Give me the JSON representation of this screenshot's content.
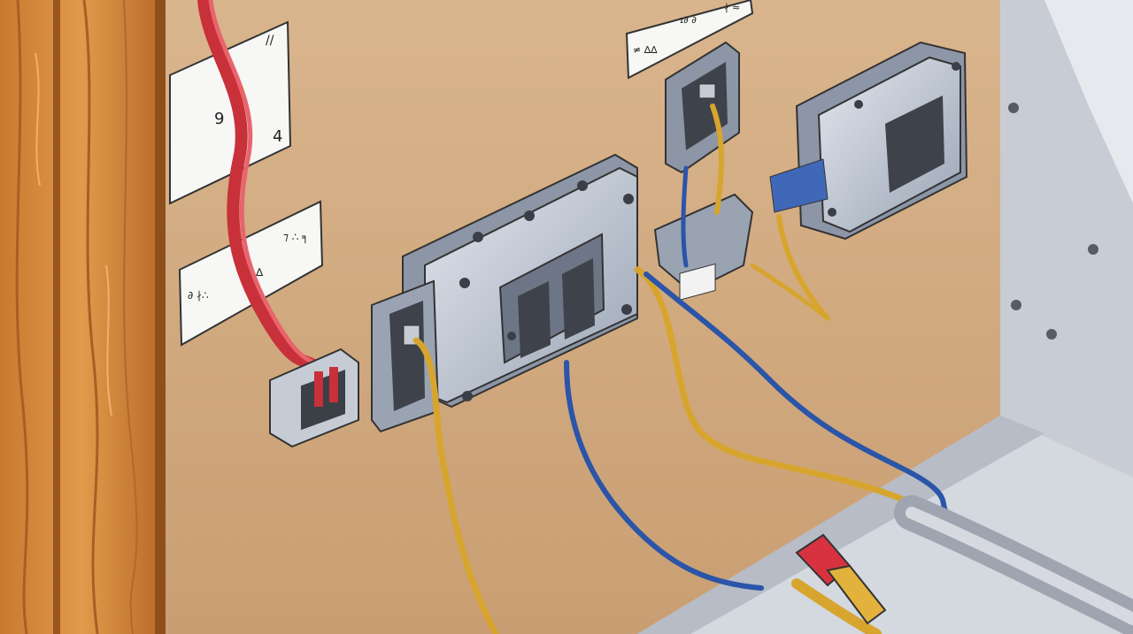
{
  "scene": {
    "description_tag": "illustration",
    "colors": {
      "wall": "#d8b38a",
      "wood": "#d48a3e",
      "wood_dark": "#a85f24",
      "metal_wall": "#c9ccd3",
      "box_metal": "#c4ccd8",
      "box_shadow": "#8a93a3",
      "wire_red": "#d9404a",
      "wire_yellow": "#e3b23c",
      "wire_blue": "#2f5db3",
      "floor": "#cfd3da"
    }
  },
  "labels": {
    "left_paper_number_1": "9",
    "left_paper_number_2": "4",
    "left_paper_tick": "//",
    "lower_paper_text_1": "⁊ ∴ ╕",
    "lower_paper_text_2": "ᵩ ɪ ∆",
    "lower_paper_text_3": "∂ ∤∴",
    "top_paper_text_1": "≠ ∆∆",
    "top_paper_text_2": "ɪ∂ ∂",
    "top_paper_text_3": "∤ ≈"
  }
}
